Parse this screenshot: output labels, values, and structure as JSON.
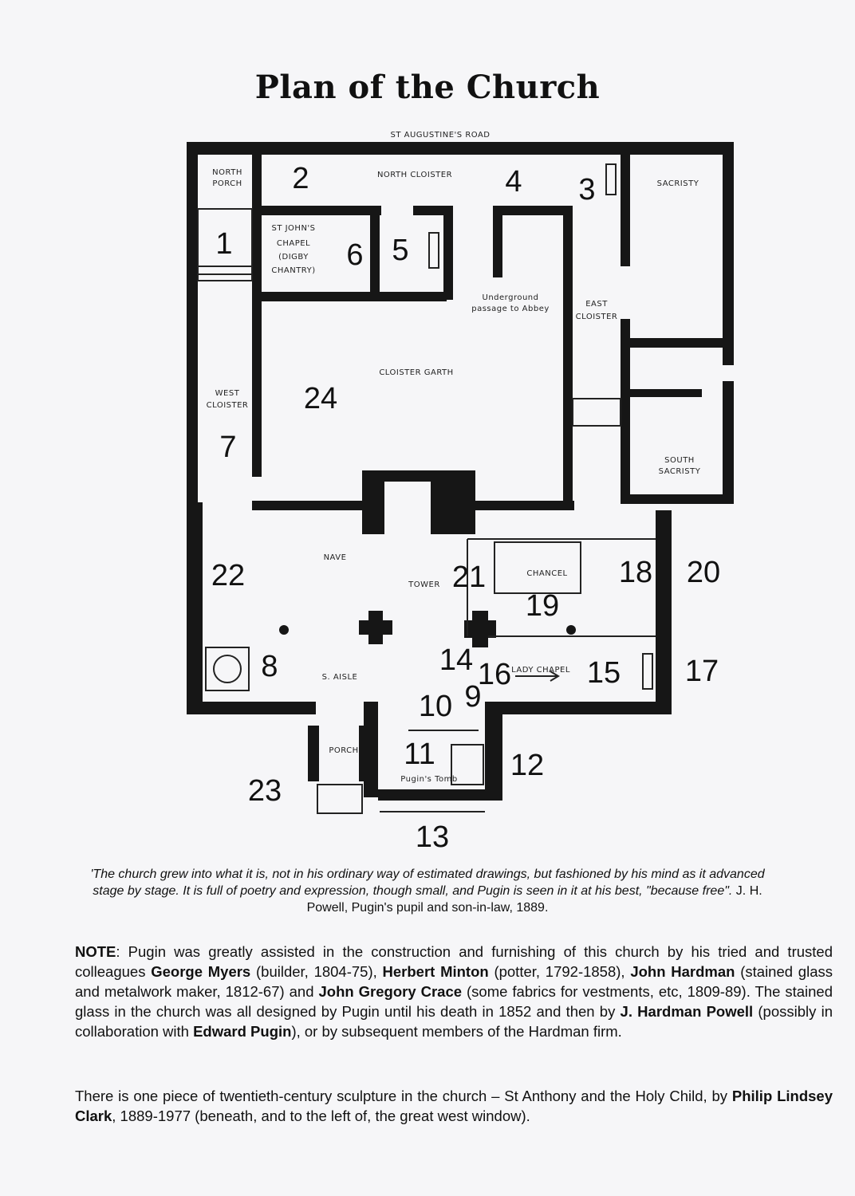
{
  "title": "Plan of the Church",
  "plan": {
    "labels": {
      "road": "ST AUGUSTINE'S ROAD",
      "north_porch_1": "NORTH",
      "north_porch_2": "PORCH",
      "north_cloister": "NORTH CLOISTER",
      "sacristy": "SACRISTY",
      "st_johns_1": "ST JOHN'S",
      "st_johns_2": "CHAPEL",
      "st_johns_3": "(DIGBY",
      "st_johns_4": "CHANTRY)",
      "underground_1": "Underground",
      "underground_2": "passage to Abbey",
      "east_cloister_1": "EAST",
      "east_cloister_2": "CLOISTER",
      "cloister_garth": "CLOISTER GARTH",
      "west_cloister_1": "WEST",
      "west_cloister_2": "CLOISTER",
      "south_sacristy_1": "SOUTH",
      "south_sacristy_2": "SACRISTY",
      "nave": "NAVE",
      "tower": "TOWER",
      "chancel": "CHANCEL",
      "s_aisle": "S. AISLE",
      "lady_chapel": "LADY CHAPEL",
      "porch": "PORCH",
      "pugins_tomb": "Pugin's Tomb"
    },
    "numbers": {
      "n1": "1",
      "n2": "2",
      "n3": "3",
      "n4": "4",
      "n5": "5",
      "n6": "6",
      "n7": "7",
      "n8": "8",
      "n9": "9",
      "n10": "10",
      "n11": "11",
      "n12": "12",
      "n13": "13",
      "n14": "14",
      "n15": "15",
      "n16": "16",
      "n17": "17",
      "n18": "18",
      "n19": "19",
      "n20": "20",
      "n21": "21",
      "n22": "22",
      "n23": "23",
      "n24": "24"
    }
  },
  "quote": {
    "text": "'The church grew into what it is, not in his ordinary way of estimated drawings, but  fashioned by his mind as it advanced stage by stage. It is full of poetry and expression, though small, and Pugin is seen in it at his best, \"because free\".",
    "attribution": "J. H. Powell, Pugin's pupil and son-in-law, 1889."
  },
  "note": {
    "label": "NOTE",
    "t1": ": Pugin was greatly assisted in the construction and furnishing of this church by his tried and trusted colleagues ",
    "n1": "George Myers",
    "t2": " (builder, 1804-75), ",
    "n2": "Herbert Minton",
    "t3": " (potter, 1792-1858), ",
    "n3": "John Hardman",
    "t4": " (stained glass and metalwork maker, 1812-67) and ",
    "n4": "John Gregory Crace",
    "t5": " (some fabrics for vestments, etc, 1809-89).  The stained glass in the church was all designed by Pugin until his  death in 1852 and then by ",
    "n5": "J. Hardman Powell",
    "t6": " (possibly in collaboration with ",
    "n6": "Edward Pugin",
    "t7": "), or by subsequent members of the Hardman firm."
  },
  "sculpture": {
    "t1": "There is one piece of twentieth-century sculpture in the church – St Anthony and the Holy Child, by ",
    "n1": "Philip Lindsey Clark",
    "t2": ", 1889-1977 (beneath, and to the left of, the great west window)."
  }
}
